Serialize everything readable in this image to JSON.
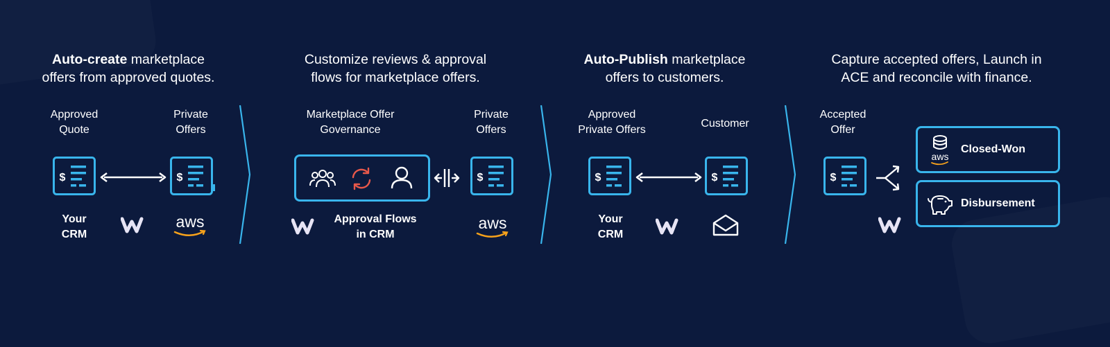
{
  "sections": [
    {
      "header_bold": "Auto-create",
      "header_rest_1": " marketplace",
      "header_line_2": "offers from approved quotes.",
      "label_a_1": "Approved",
      "label_a_2": "Quote",
      "label_b_1": "Private",
      "label_b_2": "Offers",
      "crm_1": "Your",
      "crm_2": "CRM"
    },
    {
      "header_line_1": "Customize reviews & approval",
      "header_line_2": "flows for marketplace offers.",
      "label_a_1": "Marketplace Offer",
      "label_a_2": "Governance",
      "label_b_1": "Private",
      "label_b_2": "Offers",
      "flows_1": "Approval Flows",
      "flows_2": "in CRM"
    },
    {
      "header_bold": "Auto-Publish",
      "header_rest_1": " marketplace",
      "header_line_2": "offers to customers.",
      "label_a_1": "Approved",
      "label_a_2": "Private Offers",
      "label_b": "Customer",
      "crm_1": "Your",
      "crm_2": "CRM"
    },
    {
      "header_line_1": "Capture accepted offers, Launch in",
      "header_line_2": "ACE and reconcile with finance.",
      "label_a_1": "Accepted",
      "label_a_2": "Offer",
      "outcome_1": "Closed-Won",
      "outcome_2": "Disbursement"
    }
  ],
  "logos": {
    "aws": "aws",
    "w": "w"
  },
  "icons": [
    "dollar-document-icon",
    "double-arrow-icon",
    "users-icon",
    "sync-icon",
    "user-icon",
    "split-sync-icon",
    "chevron-right-icon",
    "branch-arrow-icon",
    "database-icon",
    "piggy-bank-icon",
    "envelope-icon",
    "workato-logo-icon",
    "aws-logo-icon"
  ],
  "colors": {
    "background": "#0c1a3d",
    "accent": "#39b5ec",
    "sync": "#e8584a",
    "aws_smile": "#f7a21b"
  }
}
